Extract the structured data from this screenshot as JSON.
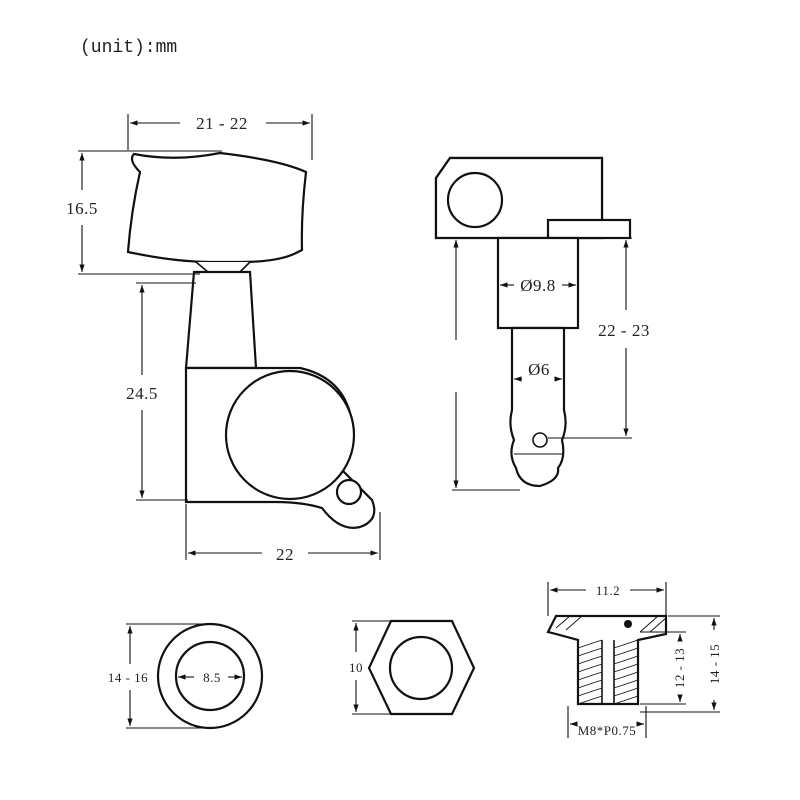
{
  "unit_label": "(unit):mm",
  "dimensions": {
    "button_width": "21 - 22",
    "button_height": "16.5",
    "body_height": "24.5",
    "body_width": "22",
    "shaft_diameter": "Ø9.8",
    "post_diameter": "Ø6",
    "post_length": "22 - 23",
    "washer_outer": "14 - 16",
    "washer_inner": "8.5",
    "hex_nut": "10",
    "bushing_width": "11.2",
    "bushing_inner_height": "12 - 13",
    "bushing_outer_height": "14 - 15",
    "thread_spec": "M8*P0.75"
  }
}
